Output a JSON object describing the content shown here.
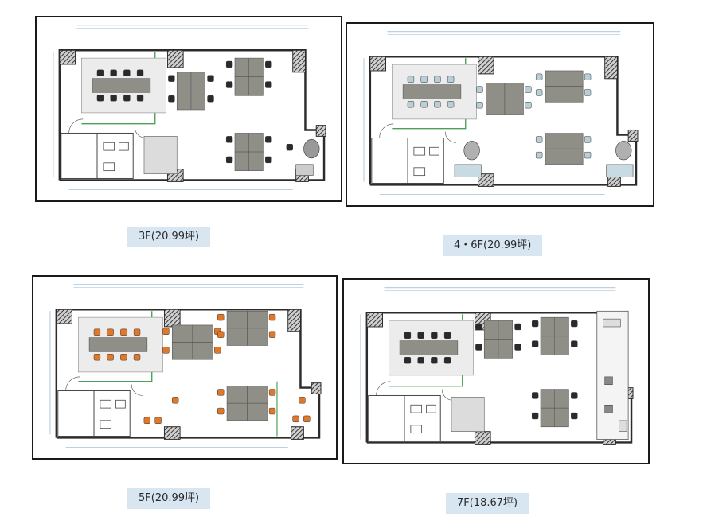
{
  "floors": [
    {
      "caption": "3F(20.99坪)",
      "chair": "#2a2a2a",
      "rooms": "office-black"
    },
    {
      "caption": "4・6F(20.99坪)",
      "chair": "#b9cfd8",
      "rooms": "office-light"
    },
    {
      "caption": "5F(20.99坪)",
      "chair": "#e0782a",
      "rooms": "office-orange"
    },
    {
      "caption": "7F(18.67坪)",
      "chair": "#2a2a2a",
      "rooms": "office-terrace"
    }
  ],
  "colors": {
    "wall": "#2b2b2b",
    "hatch": "#555555",
    "partition": "#4aa05a",
    "desk": "#8f8f88",
    "dim": "#7aa0c8"
  }
}
